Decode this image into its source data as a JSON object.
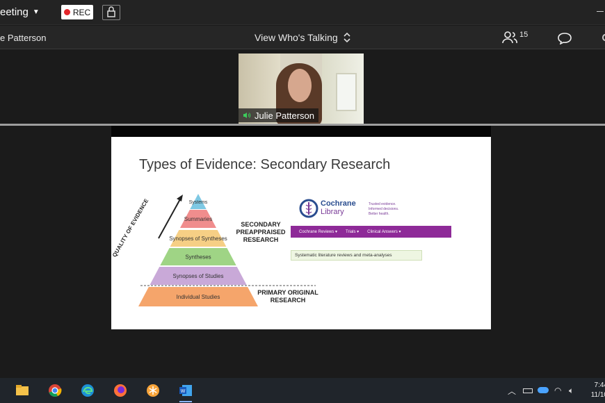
{
  "topbar": {
    "meeting_title": "eeting",
    "rec_label": "REC"
  },
  "subbar": {
    "participant_name": "e Patterson",
    "view_mode": "View Who's Talking",
    "participant_count": "15"
  },
  "video": {
    "speaker_name": "Julie Patterson"
  },
  "slide": {
    "title": "Types of Evidence: Secondary Research",
    "quality_axis_label": "QUALITY OF EVIDENCE",
    "pyramid_levels": [
      "Systems",
      "Summaries",
      "Synopses of Syntheses",
      "Syntheses",
      "Synopses of Studies",
      "Individual Studies"
    ],
    "secondary_label": [
      "SECONDARY",
      "PREAPPRAISED",
      "RESEARCH"
    ],
    "primary_label": [
      "PRIMARY ORIGINAL",
      "RESEARCH"
    ],
    "cochrane_name_1": "Cochrane",
    "cochrane_name_2": "Library",
    "tagline": [
      "Trusted evidence.",
      "Informed decisions.",
      "Better health."
    ],
    "menu_items": [
      "Cochrane Reviews ▾",
      "Trials ▾",
      "Clinical Answers ▾"
    ],
    "green_box_text": "Systematic literature reviews and meta-analyses"
  },
  "taskbar": {
    "clock_time": "7:44",
    "clock_date": "11/10"
  },
  "colors": {
    "rec_dot": "#e3262b",
    "pyramid": [
      "#7ec8e3",
      "#f08d8d",
      "#f6cf85",
      "#9fd485",
      "#c9a9d8",
      "#f5a56b"
    ],
    "cochrane_purple": "#8e2a98",
    "cochrane_blue": "#2a4d8f"
  }
}
